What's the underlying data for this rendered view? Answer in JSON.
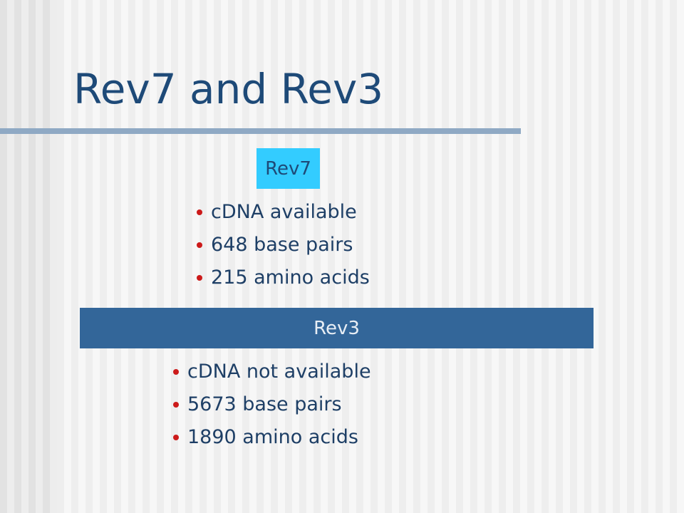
{
  "slide": {
    "title": "Rev7 and Rev3"
  },
  "rev7": {
    "label": "Rev7",
    "items": [
      "cDNA available",
      "648 base pairs",
      "215 amino acids"
    ]
  },
  "rev3": {
    "label": "Rev3",
    "items": [
      "cDNA not available",
      "5673 base pairs",
      "1890 amino acids"
    ]
  },
  "colors": {
    "title": "#1e4a78",
    "rule": "#8fa9c4",
    "rev7_box": "#33ccff",
    "rev3_bar": "#336699",
    "bullet": "#cc1a1a",
    "body_text": "#1e3f66"
  }
}
